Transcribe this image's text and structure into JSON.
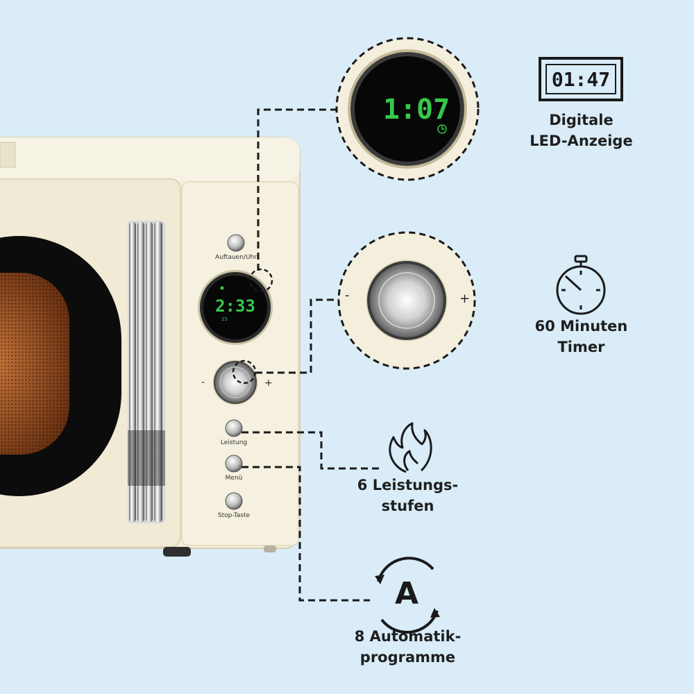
{
  "microwave": {
    "buttons": [
      {
        "label": "Auftauen/Uhr"
      },
      {
        "label": "Leistung"
      },
      {
        "label": "Menü"
      },
      {
        "label": "Stop-Taste"
      }
    ],
    "small_display_time": "2:33",
    "small_display_indicator": "15",
    "knob_minus": "-",
    "knob_plus": "+"
  },
  "zoom": {
    "display_time": "1:07",
    "knob_minus": "-",
    "knob_plus": "+"
  },
  "features": {
    "led": {
      "icon": "digital-clock-icon",
      "icon_text": "01:47",
      "lines": [
        "Digitale",
        "LED-Anzeige"
      ]
    },
    "timer": {
      "icon": "stopwatch-icon",
      "lines": [
        "60 Minuten",
        "Timer"
      ]
    },
    "power": {
      "icon": "flame-icon",
      "lines": [
        "6 Leistungs-",
        "stufen"
      ]
    },
    "auto": {
      "icon": "auto-program-icon",
      "icon_text": "A",
      "lines": [
        "8 Automatik-",
        "programme"
      ]
    }
  },
  "colors": {
    "background": "#d9ecf8",
    "cream": "#f4efdc",
    "lcd_green": "#36c84a",
    "text": "#1f1f1f",
    "window_orange": "#b4622a"
  }
}
